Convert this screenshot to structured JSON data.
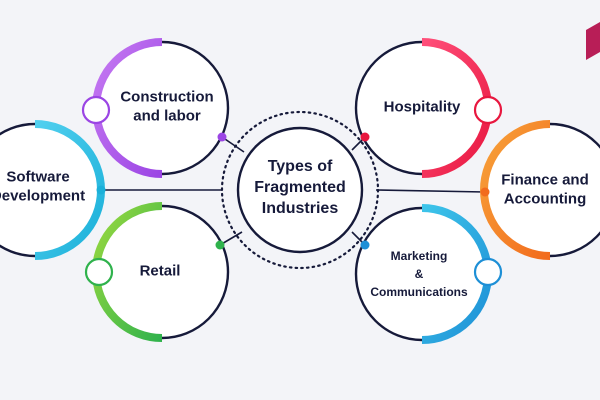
{
  "center": {
    "lines": [
      "Types of",
      "Fragmented",
      "Industries"
    ]
  },
  "industries": [
    {
      "id": "construction",
      "lines": [
        "Construction",
        "and labor"
      ],
      "color": "#9b45e4",
      "color2": "#c67af2"
    },
    {
      "id": "software",
      "lines": [
        "Software",
        "Development"
      ],
      "color": "#1bb0d9",
      "color2": "#52d0ef"
    },
    {
      "id": "retail",
      "lines": [
        "Retail"
      ],
      "color": "#2fb24c",
      "color2": "#9bd93f"
    },
    {
      "id": "hospitality",
      "lines": [
        "Hospitality"
      ],
      "color": "#e8173f",
      "color2": "#ff4f7a"
    },
    {
      "id": "finance",
      "lines": [
        "Finance and",
        "Accounting"
      ],
      "color": "#f26b1d",
      "color2": "#f7a23a"
    },
    {
      "id": "marketing",
      "lines": [
        "Marketing",
        "&",
        "Communications"
      ],
      "color": "#1d8fd6",
      "color2": "#3ec5ea"
    }
  ],
  "colors": {
    "background": "#f3f4f8",
    "ring_dark": "#161a3a",
    "accent_corner": "#b81e57"
  }
}
